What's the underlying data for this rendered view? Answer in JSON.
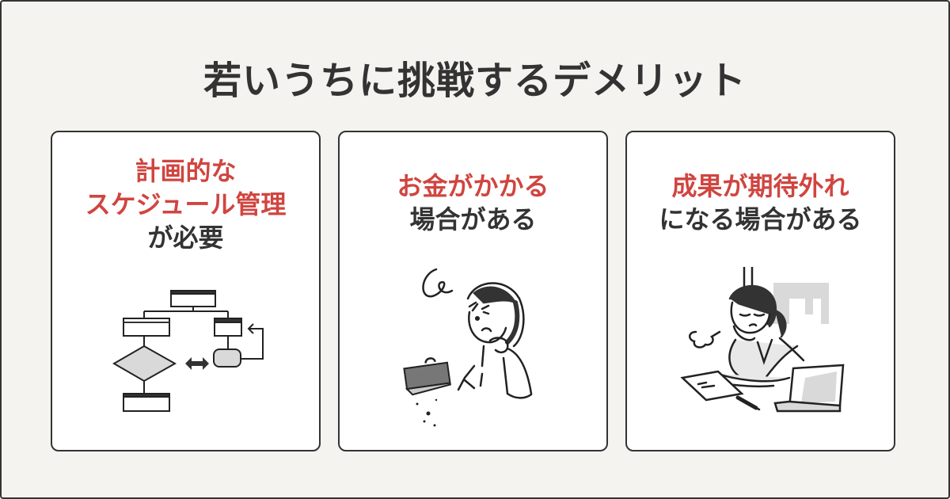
{
  "title": "若いうちに挑戦するデメリット",
  "colors": {
    "background": "#f4f3ef",
    "card": "#ffffff",
    "border": "#333333",
    "accent_red": "#d04540",
    "text_dark": "#333333",
    "illustration_gray": "#d9d9d9"
  },
  "cards": [
    {
      "lines": [
        {
          "text": "計画的な",
          "style": "red"
        },
        {
          "text": "スケジュール管理",
          "style": "red"
        },
        {
          "text": "が必要",
          "style": "dark"
        }
      ],
      "illustration": "flowchart-icon"
    },
    {
      "lines": [
        {
          "text": "お金がかかる",
          "style": "red"
        },
        {
          "text": "場合がある",
          "style": "dark"
        }
      ],
      "illustration": "worried-person-empty-wallet-icon"
    },
    {
      "lines": [
        {
          "text": "成果が期待外れ",
          "style": "red"
        },
        {
          "text": "になる場合がある",
          "style": "dark"
        }
      ],
      "illustration": "tired-office-worker-laptop-icon"
    }
  ]
}
